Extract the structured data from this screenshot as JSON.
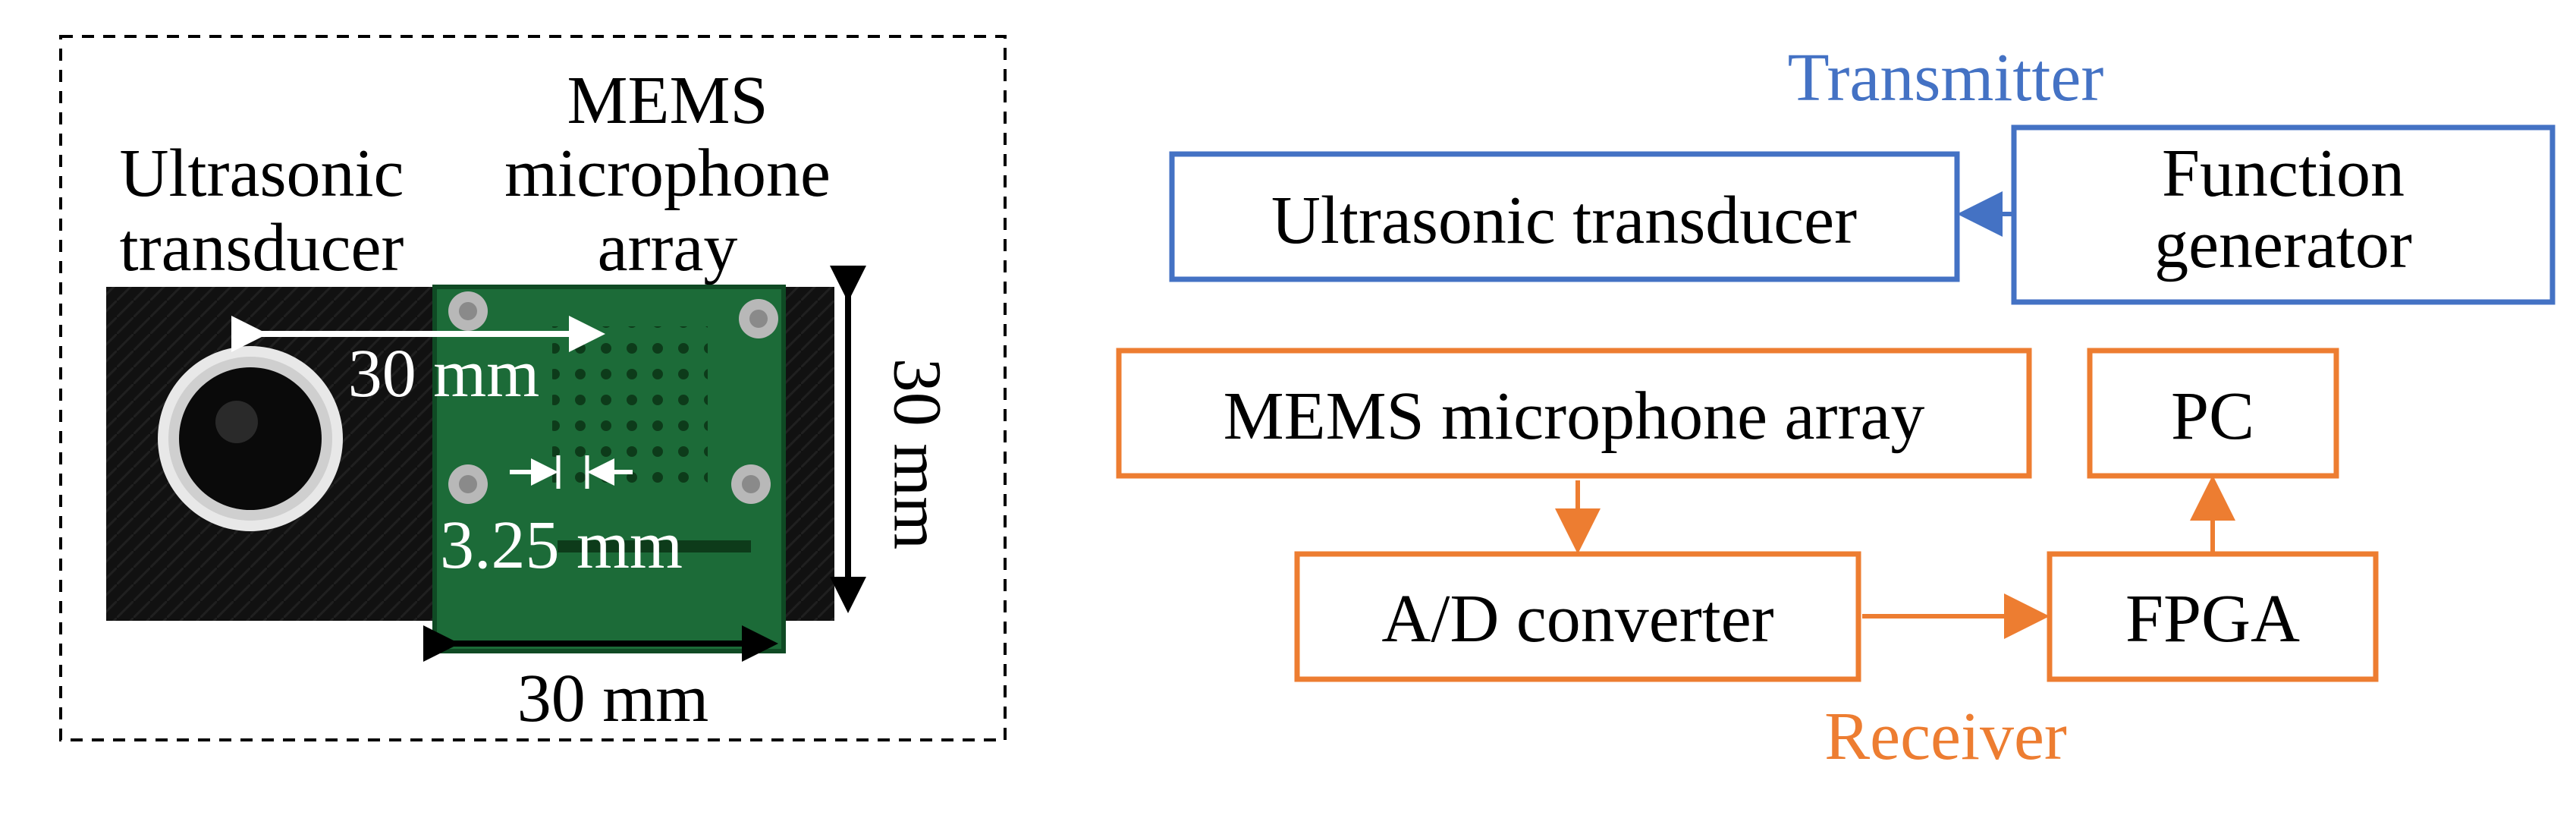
{
  "photo": {
    "labels": {
      "transducer_line1": "Ultrasonic",
      "transducer_line2": "transducer",
      "mems_line1": "MEMS",
      "mems_line2": "microphone",
      "mems_line3": "array"
    },
    "dimensions": {
      "spacing_horizontal": "30 mm",
      "pitch": "3.25 mm",
      "board_width": "30 mm",
      "board_height": "30 mm"
    }
  },
  "block_diagram": {
    "transmitter": {
      "label": "Transmitter",
      "color": "#4472c4",
      "blocks": {
        "ultrasonic_transducer": "Ultrasonic transducer",
        "function_generator_line1": "Function",
        "function_generator_line2": "generator"
      }
    },
    "receiver": {
      "label": "Receiver",
      "color": "#ed7d31",
      "blocks": {
        "mems_array": "MEMS microphone array",
        "pc": "PC",
        "ad_converter": "A/D converter",
        "fpga": "FPGA"
      }
    }
  }
}
